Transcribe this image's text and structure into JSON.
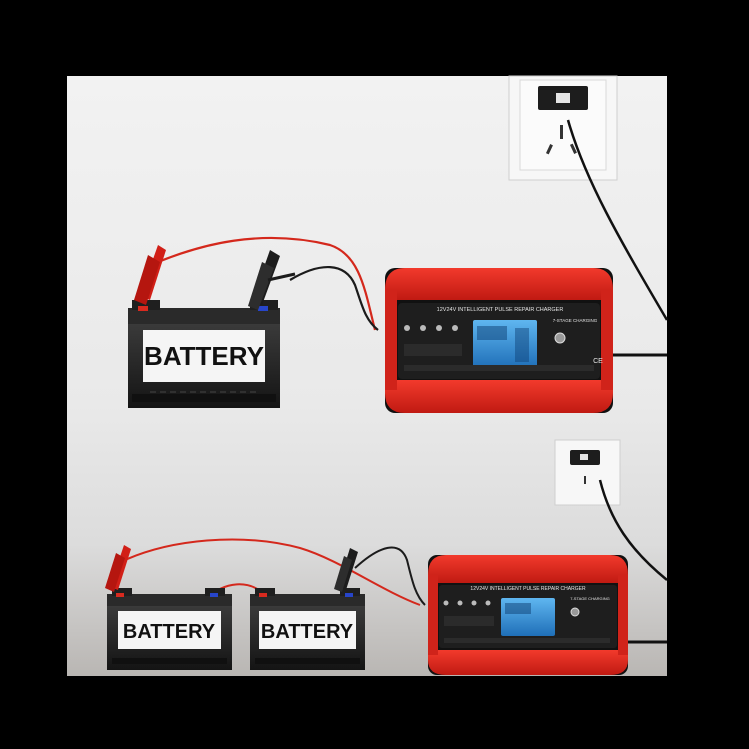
{
  "top_scene": {
    "battery_label": "BATTERY",
    "charger_title": "12V24V INTELLIGENT PULSE REPAIR CHARGER",
    "charger_stage": "7-STAGE CHARGING",
    "charger_mark": "CE"
  },
  "bottom_scene": {
    "battery_left_label": "BATTERY",
    "battery_right_label": "BATTERY",
    "charger_title": "12V24V INTELLIGENT PULSE REPAIR CHARGER",
    "charger_stage": "7-STAGE CHARGING"
  },
  "colors": {
    "background_frame": "#000000",
    "wall": "#e6e6e6",
    "charger_red": "#e0231e",
    "charger_dark": "#1a1a1a",
    "lcd_blue": "#2a8fd8",
    "clamp_red": "#d11f17",
    "clamp_black": "#1c1c1c",
    "cable_red": "#d4281c"
  }
}
